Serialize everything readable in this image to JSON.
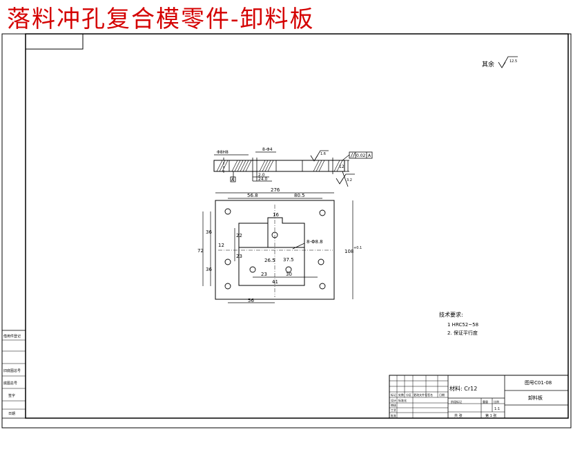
{
  "page_title": "落料冲孔复合模零件-卸料板",
  "surface_finish": {
    "label": "其余",
    "value": "12.5"
  },
  "side_view": {
    "labels": [
      "Φ8H8",
      "8-Φ4",
      "2.0",
      "24.0",
      "12"
    ],
    "roughness_top": "1.6",
    "roughness_bottom": "3.2",
    "parallel_tol": "0.02",
    "datum": "A",
    "datum_ref": "A"
  },
  "plan_view": {
    "width": "276",
    "height": "108",
    "height_tol": "+0.1",
    "top_left": "56.8",
    "top_right": "80.5",
    "left_upper": "36",
    "left_mid": "72",
    "left_lower": "36",
    "left_small": "12",
    "slot_top": "16",
    "slot_upper": "22",
    "slot_side": "23",
    "slot_mid1": "26.5",
    "slot_mid2": "37.5",
    "bottom_left": "23",
    "bottom_right": "30",
    "bottom_mid": "41",
    "bottom_width": "56",
    "hole_callout": "8-Φ8.8"
  },
  "tech_req": {
    "title": "技术要求:",
    "items": [
      "1   HRC52~58",
      "2.  保证平行度"
    ]
  },
  "left_strip": [
    "借用件登记",
    "旧底图总号",
    "底图总号",
    "签字",
    "日期"
  ],
  "title_block": {
    "material": "材料: Cr12",
    "drawing_no": "图号C01-08",
    "part_name": "卸料板",
    "row_labels": [
      "标记",
      "处数",
      "分区",
      "更改文件号",
      "签名",
      "日期"
    ],
    "roles": [
      "设计",
      "审核",
      "工艺",
      "标准化",
      "批准"
    ],
    "stage": "阶段标记",
    "weight": "重量",
    "scale": "比例",
    "scale_value": "1:1",
    "sheets": "共  张",
    "sheet": "第 1 张"
  }
}
